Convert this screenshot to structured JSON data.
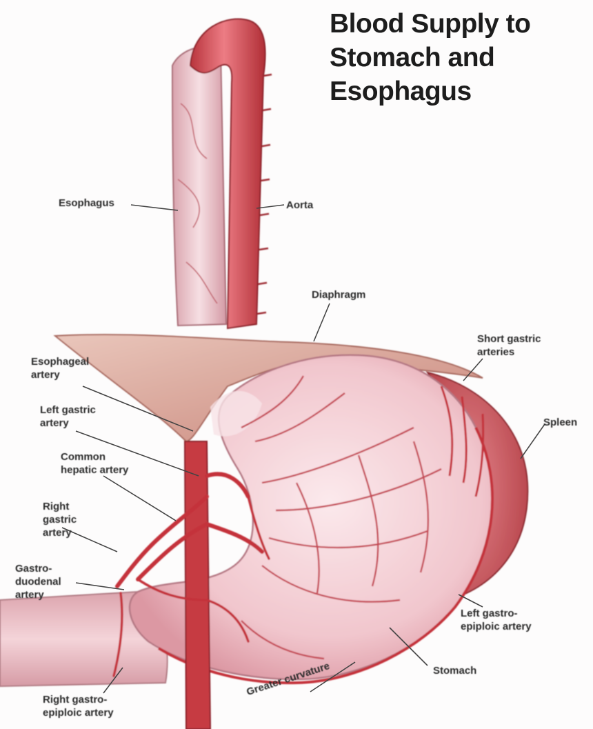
{
  "title_lines": [
    "Blood Supply to",
    "Stomach and",
    "Esophagus"
  ],
  "labels": {
    "esophagus": "Esophagus",
    "aorta": "Aorta",
    "diaphragm": "Diaphragm",
    "short_gastric": "Short gastric\narteries",
    "spleen": "Spleen",
    "esophageal_artery": "Esophageal\nartery",
    "left_gastric": "Left gastric\nartery",
    "common_hepatic": "Common\nhepatic artery",
    "right_gastric": "Right\ngastric\nartery",
    "gastroduodenal": "Gastro-\nduodenal\nartery",
    "left_gastroepiploic": "Left gastro-\nepiploic artery",
    "stomach": "Stomach",
    "greater_curvature": "Greater curvature",
    "right_gastroepiploic": "Right gastro-\nepiploic artery"
  },
  "colors": {
    "artery": "#c4323a",
    "artery_light": "#e2616a",
    "esophagus_fill": "#f0c9cf",
    "stomach_fill": "#f6d6da",
    "spleen_fill": "#c8545a",
    "diaphragm_fill": "#d9a79a"
  }
}
